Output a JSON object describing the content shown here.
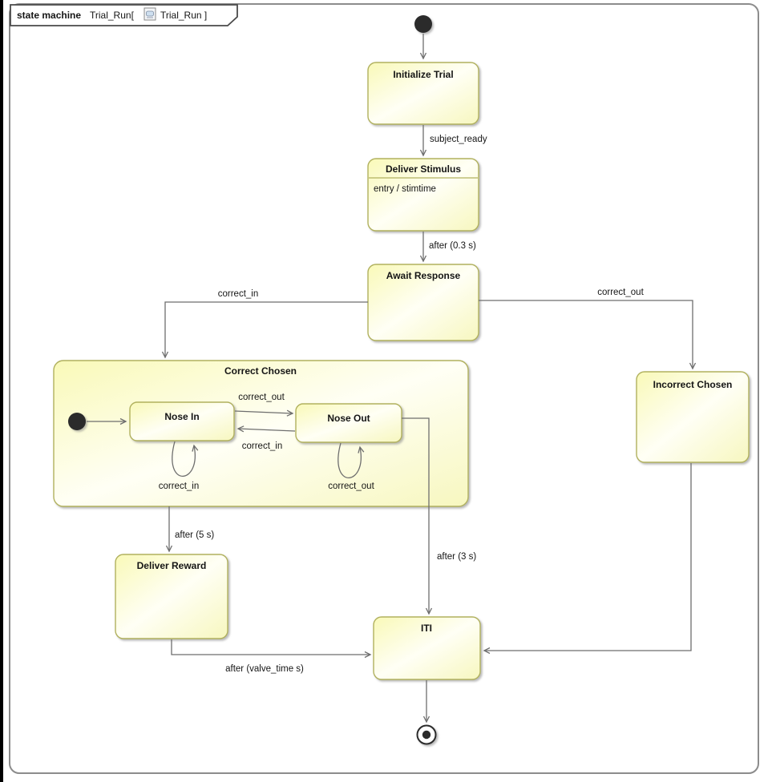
{
  "frame": {
    "title_keyword": "state machine",
    "title_name": "Trial_Run[",
    "title_ref": "Trial_Run ]",
    "icon": "state-machine-diagram-icon"
  },
  "states": {
    "initialize_trial": {
      "title": "Initialize Trial"
    },
    "deliver_stimulus": {
      "title": "Deliver Stimulus",
      "entry": "entry / stimtime"
    },
    "await_response": {
      "title": "Await Response"
    },
    "correct_chosen": {
      "title": "Correct Chosen"
    },
    "nose_in": {
      "title": "Nose In"
    },
    "nose_out": {
      "title": "Nose Out"
    },
    "incorrect_chosen": {
      "title": "Incorrect Chosen"
    },
    "deliver_reward": {
      "title": "Deliver Reward"
    },
    "iti": {
      "title": "ITI"
    }
  },
  "transitions": {
    "subject_ready": "subject_ready",
    "after_stimulus": "after (0.3 s)",
    "correct_in_branch": "correct_in",
    "correct_out_branch": "correct_out",
    "nosein_to_noseout": "correct_out",
    "noseout_to_nosein": "correct_in",
    "nosein_self_loop": "correct_in",
    "noseout_self_loop": "correct_out",
    "after_5s": "after (5 s)",
    "after_3s": "after (3 s)",
    "after_valve_time": "after (valve_time s)"
  },
  "colors": {
    "state_fill_yellow": "#f9f9b8",
    "state_fill_light": "#fffff5",
    "state_border": "#b1b15e",
    "transition_line": "#6e6e6e",
    "frame_border": "#8c8c8c",
    "pseudostate": "#2b2b2b",
    "text": "#151515"
  }
}
